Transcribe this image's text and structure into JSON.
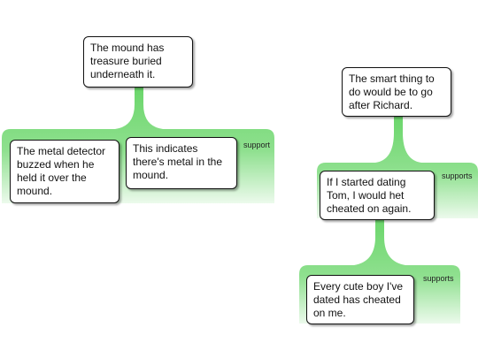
{
  "colors": {
    "support_fill": "#6ad66a",
    "support_fill_light": "#ecfaec",
    "box_border": "#111111"
  },
  "nodes": {
    "claim_mound": "The mound has\ntreasure buried\nunderneath it.",
    "reason_detector": "The metal detector\nbuzzed when he\nheld it over the\nmound.",
    "reason_indicates": "This indicates\nthere's metal in the\nmound.",
    "claim_richard": "The smart thing to\ndo would be to go\nafter Richard.",
    "reason_tom": "If I started dating\nTom, I would het\ncheated on again.",
    "reason_cute_boy": "Every cute boy I've\ndated has cheated\non me."
  },
  "labels": {
    "support_left": "support",
    "supports_right_top": "supports",
    "supports_right_bottom": "supports"
  }
}
